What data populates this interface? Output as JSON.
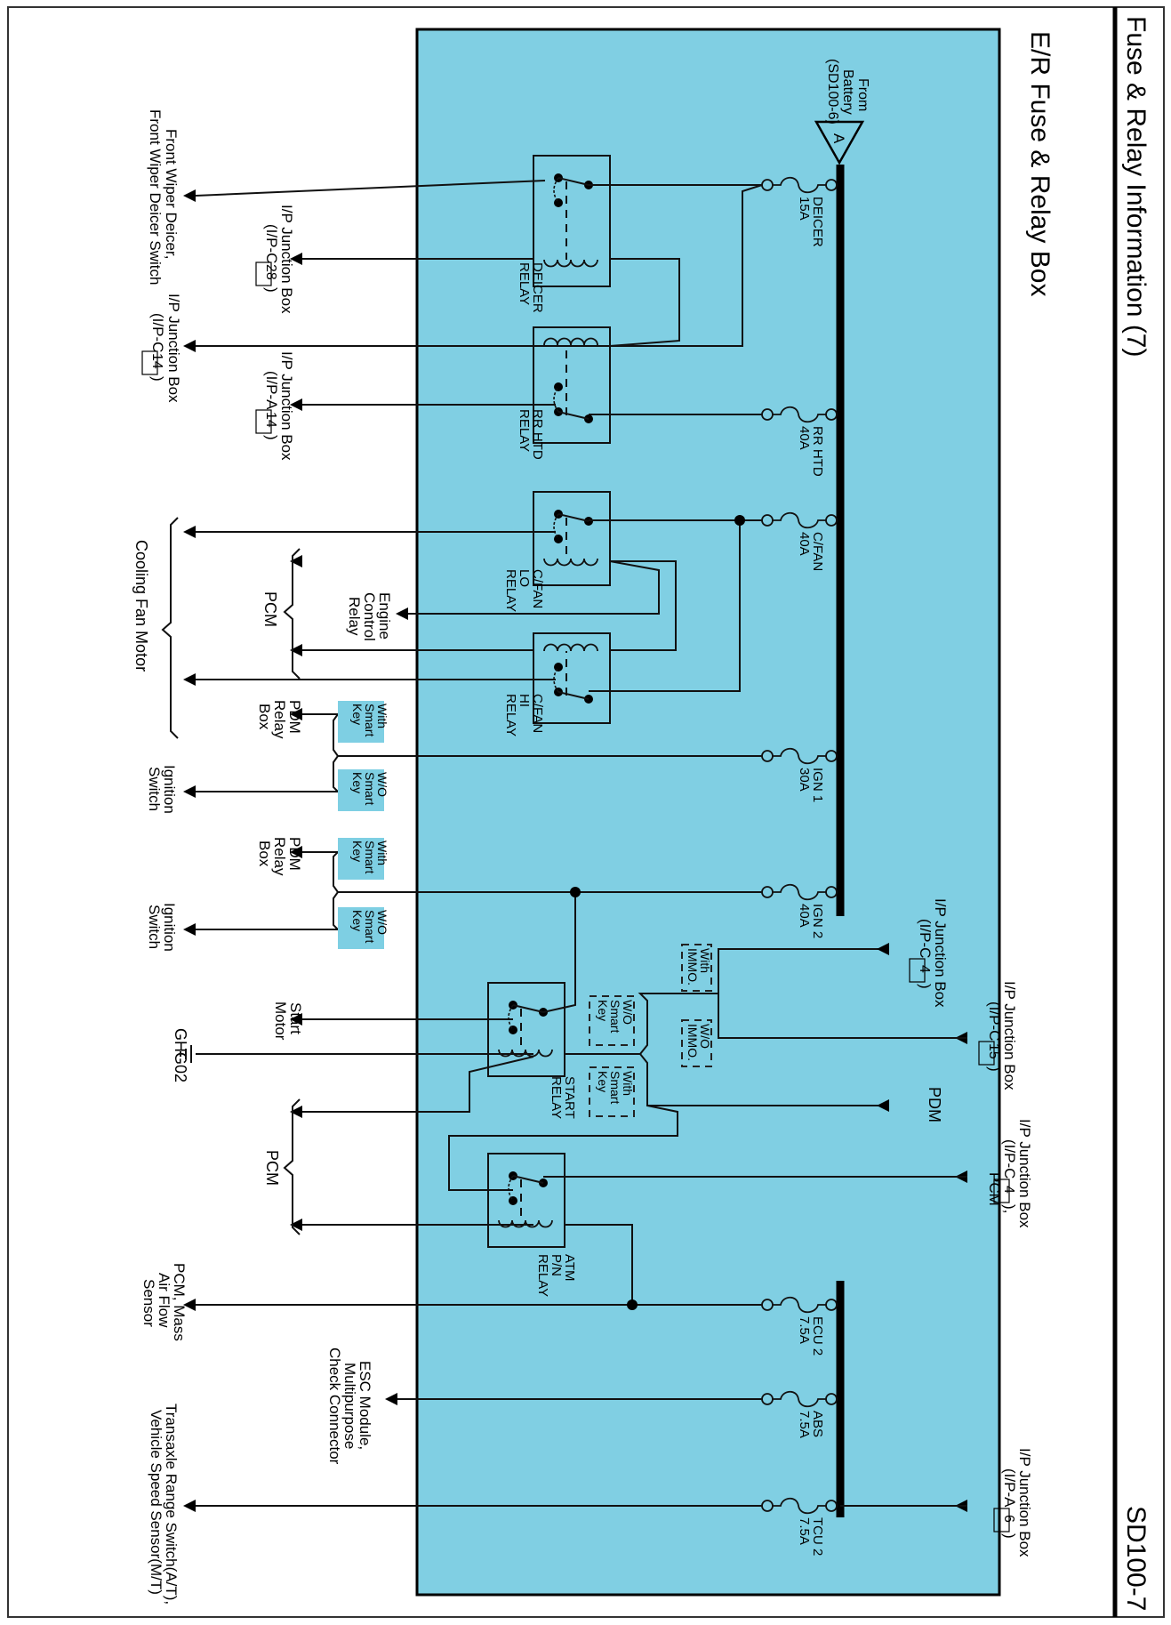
{
  "header": {
    "title": "Fuse & Relay Information (7)",
    "page_code": "SD100-7",
    "subtitle": "E/R Fuse & Relay Box"
  },
  "colors": {
    "box_fill": "#80cfe3",
    "wire": "#111111",
    "background": "#ffffff"
  },
  "source": {
    "connector_letter": "A",
    "label_lines": [
      "From",
      "Battery",
      "(SD100-6)"
    ]
  },
  "fuses": [
    {
      "name": "DEICER",
      "rating": "15A"
    },
    {
      "name": "RR HTD",
      "rating": "40A"
    },
    {
      "name": "C/FAN",
      "rating": "40A"
    },
    {
      "name": "IGN 1",
      "rating": "30A"
    },
    {
      "name": "IGN 2",
      "rating": "40A"
    },
    {
      "name": "ECU 2",
      "rating": "7.5A"
    },
    {
      "name": "ABS",
      "rating": "7.5A"
    },
    {
      "name": "TCU 2",
      "rating": "7.5A"
    }
  ],
  "relays": [
    {
      "lines": [
        "DEICER",
        "RELAY"
      ]
    },
    {
      "lines": [
        "RR HTD",
        "RELAY"
      ]
    },
    {
      "lines": [
        "C/FAN",
        "LO",
        "RELAY"
      ]
    },
    {
      "lines": [
        "C/FAN",
        "HI",
        "RELAY"
      ]
    },
    {
      "lines": [
        "START",
        "RELAY"
      ]
    },
    {
      "lines": [
        "ATM",
        "P/N",
        "RELAY"
      ]
    }
  ],
  "destinations": {
    "front_wiper": [
      "Front Wiper Deicer,",
      "Front Wiper Deicer Switch"
    ],
    "ipjb_c28": {
      "lines": [
        "I/P Junction Box",
        "(I/P-C",
        ")"
      ],
      "pin": "28"
    },
    "ipjb_c14": {
      "lines": [
        "I/P Junction Box",
        "(I/P-C",
        ")"
      ],
      "pin": "14"
    },
    "ipjb_a14": {
      "lines": [
        "I/P Junction Box",
        "(I/P-A",
        ")"
      ],
      "pin": "14"
    },
    "cooling_fan_motor": "Cooling Fan Motor",
    "pcm_1": "PCM",
    "engine_control_relay": [
      "Engine",
      "Control",
      "Relay"
    ],
    "pdm_relay_box_1": [
      "PDM",
      "Relay",
      "Box"
    ],
    "ignition_switch_1": [
      "Ignition",
      "Switch"
    ],
    "pdm_relay_box_2": [
      "PDM",
      "Relay",
      "Box"
    ],
    "ignition_switch_2": [
      "Ignition",
      "Switch"
    ],
    "start_motor": [
      "Start",
      "Motor"
    ],
    "ground": "GHG02",
    "pcm_2": "PCM",
    "pcm_maf": [
      "PCM, Mass",
      "Air Flow",
      "Sensor"
    ],
    "esc_module": [
      "ESC Module,",
      "Multipurpose",
      "Check Connector"
    ],
    "transaxle": [
      "Transaxle Range Switch(A/T),",
      "Vehicle Speed Sensor(M/T)"
    ],
    "ipjb_c4_top": {
      "lines": [
        "I/P Junction Box",
        "(I/P-C",
        ")"
      ],
      "pin": "4"
    },
    "ipjb_c15": {
      "lines": [
        "I/P Junction Box",
        "(I/P-C",
        ")"
      ],
      "pin": "15"
    },
    "pdm": "PDM",
    "ipjb_c4_pcm": {
      "lines": [
        "I/P Junction Box",
        "(I/P-C",
        "),",
        "PCM"
      ],
      "pin": "4"
    },
    "ipjb_a6": {
      "lines": [
        "I/P Junction Box",
        "(I/P-A",
        ")"
      ],
      "pin": "6"
    }
  },
  "option_tags": {
    "with_smart_key": [
      "With",
      "Smart",
      "Key"
    ],
    "wo_smart_key": [
      "W/O",
      "Smart",
      "Key"
    ],
    "with_immo": [
      "With",
      "IMMO."
    ],
    "wo_immo": [
      "W/O",
      "IMMO."
    ]
  }
}
